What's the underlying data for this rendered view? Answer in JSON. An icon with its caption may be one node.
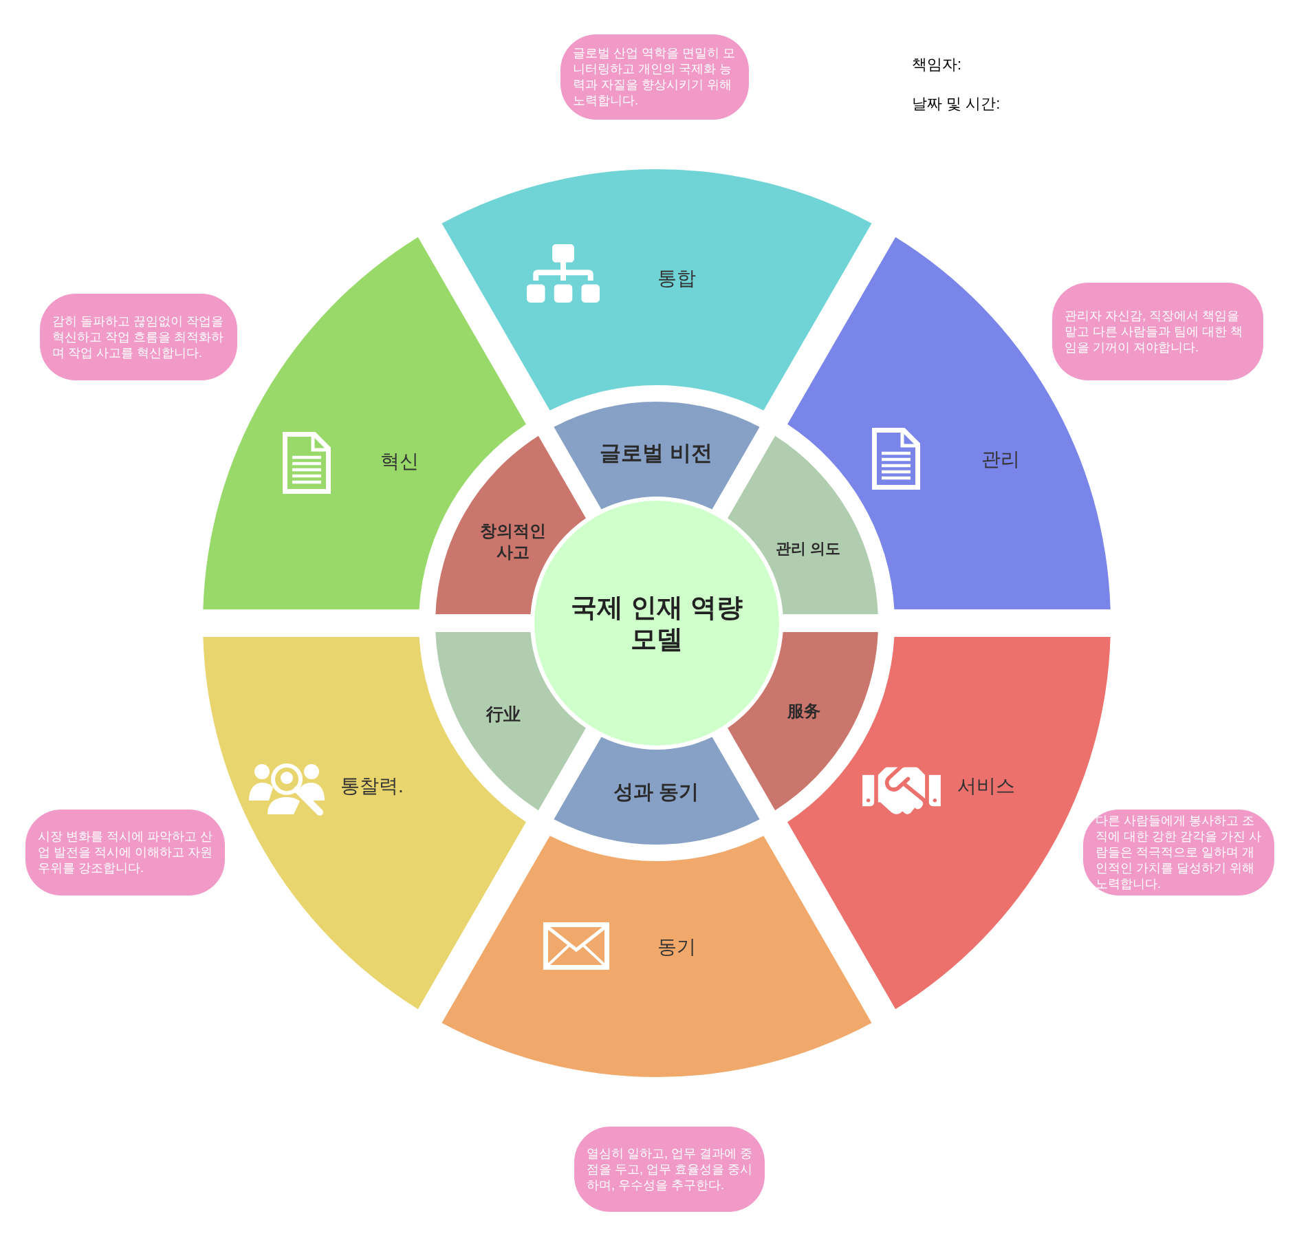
{
  "diagram": {
    "nodes": [
      {
        "text": [
          "글로벌 산업 역학을 면밀히 모니터링하고 개인의 국제화 능력과 자질을 향상시키기 위해 노력합니다."
        ]
      },
      {
        "text": [
          "통합"
        ]
      },
      {
        "text": [
          "감히 돌파하고 끊임없이 작업을 혁신하고 작업 흐름을 최적화하며 작업 사고를 혁신합니다."
        ]
      },
      {
        "text": [
          "관리자 자신감, 직장에서 책임을 맡고 다른 사람들과 팀에 대한 책임을 기꺼이 져야합니다."
        ]
      },
      {
        "text": [
          "혁신"
        ]
      },
      {
        "text": [
          "관리"
        ]
      },
      {
        "text": [
          "글로벌 비전"
        ]
      },
      {
        "text": [
          "창의적인 사고"
        ]
      },
      {
        "text": [
          "관리 의도"
        ]
      },
      {
        "text": [
          "국제 인재 역량 모델"
        ]
      },
      {
        "text": [
          "行业"
        ]
      },
      {
        "text": [
          "服务"
        ]
      },
      {
        "text": [
          "성과 동기"
        ]
      },
      {
        "text": [
          "통찰력."
        ]
      },
      {
        "text": [
          "서비스"
        ]
      },
      {
        "text": [
          "시장 변화를 적시에 파악하고 산업 발전을 적시에 이해하고 자원 우위를 강조합니다."
        ]
      },
      {
        "text": [
          "다른 사람들에게 봉사하고 조직에 대한 강한 감각을 가진 사람들은 적극적으로 일하며 개인적인 가치를 달성하기 위해 노력합니다."
        ]
      },
      {
        "text": [
          "동기"
        ]
      },
      {
        "text": [
          "열심히 일하고, 업무 결과에 중점을 두고, 업무 효율성을 중시하며, 우수성을 추구한다."
        ]
      }
    ],
    "labels": [
      "책임자:",
      "날짜 및 시간:"
    ]
  }
}
